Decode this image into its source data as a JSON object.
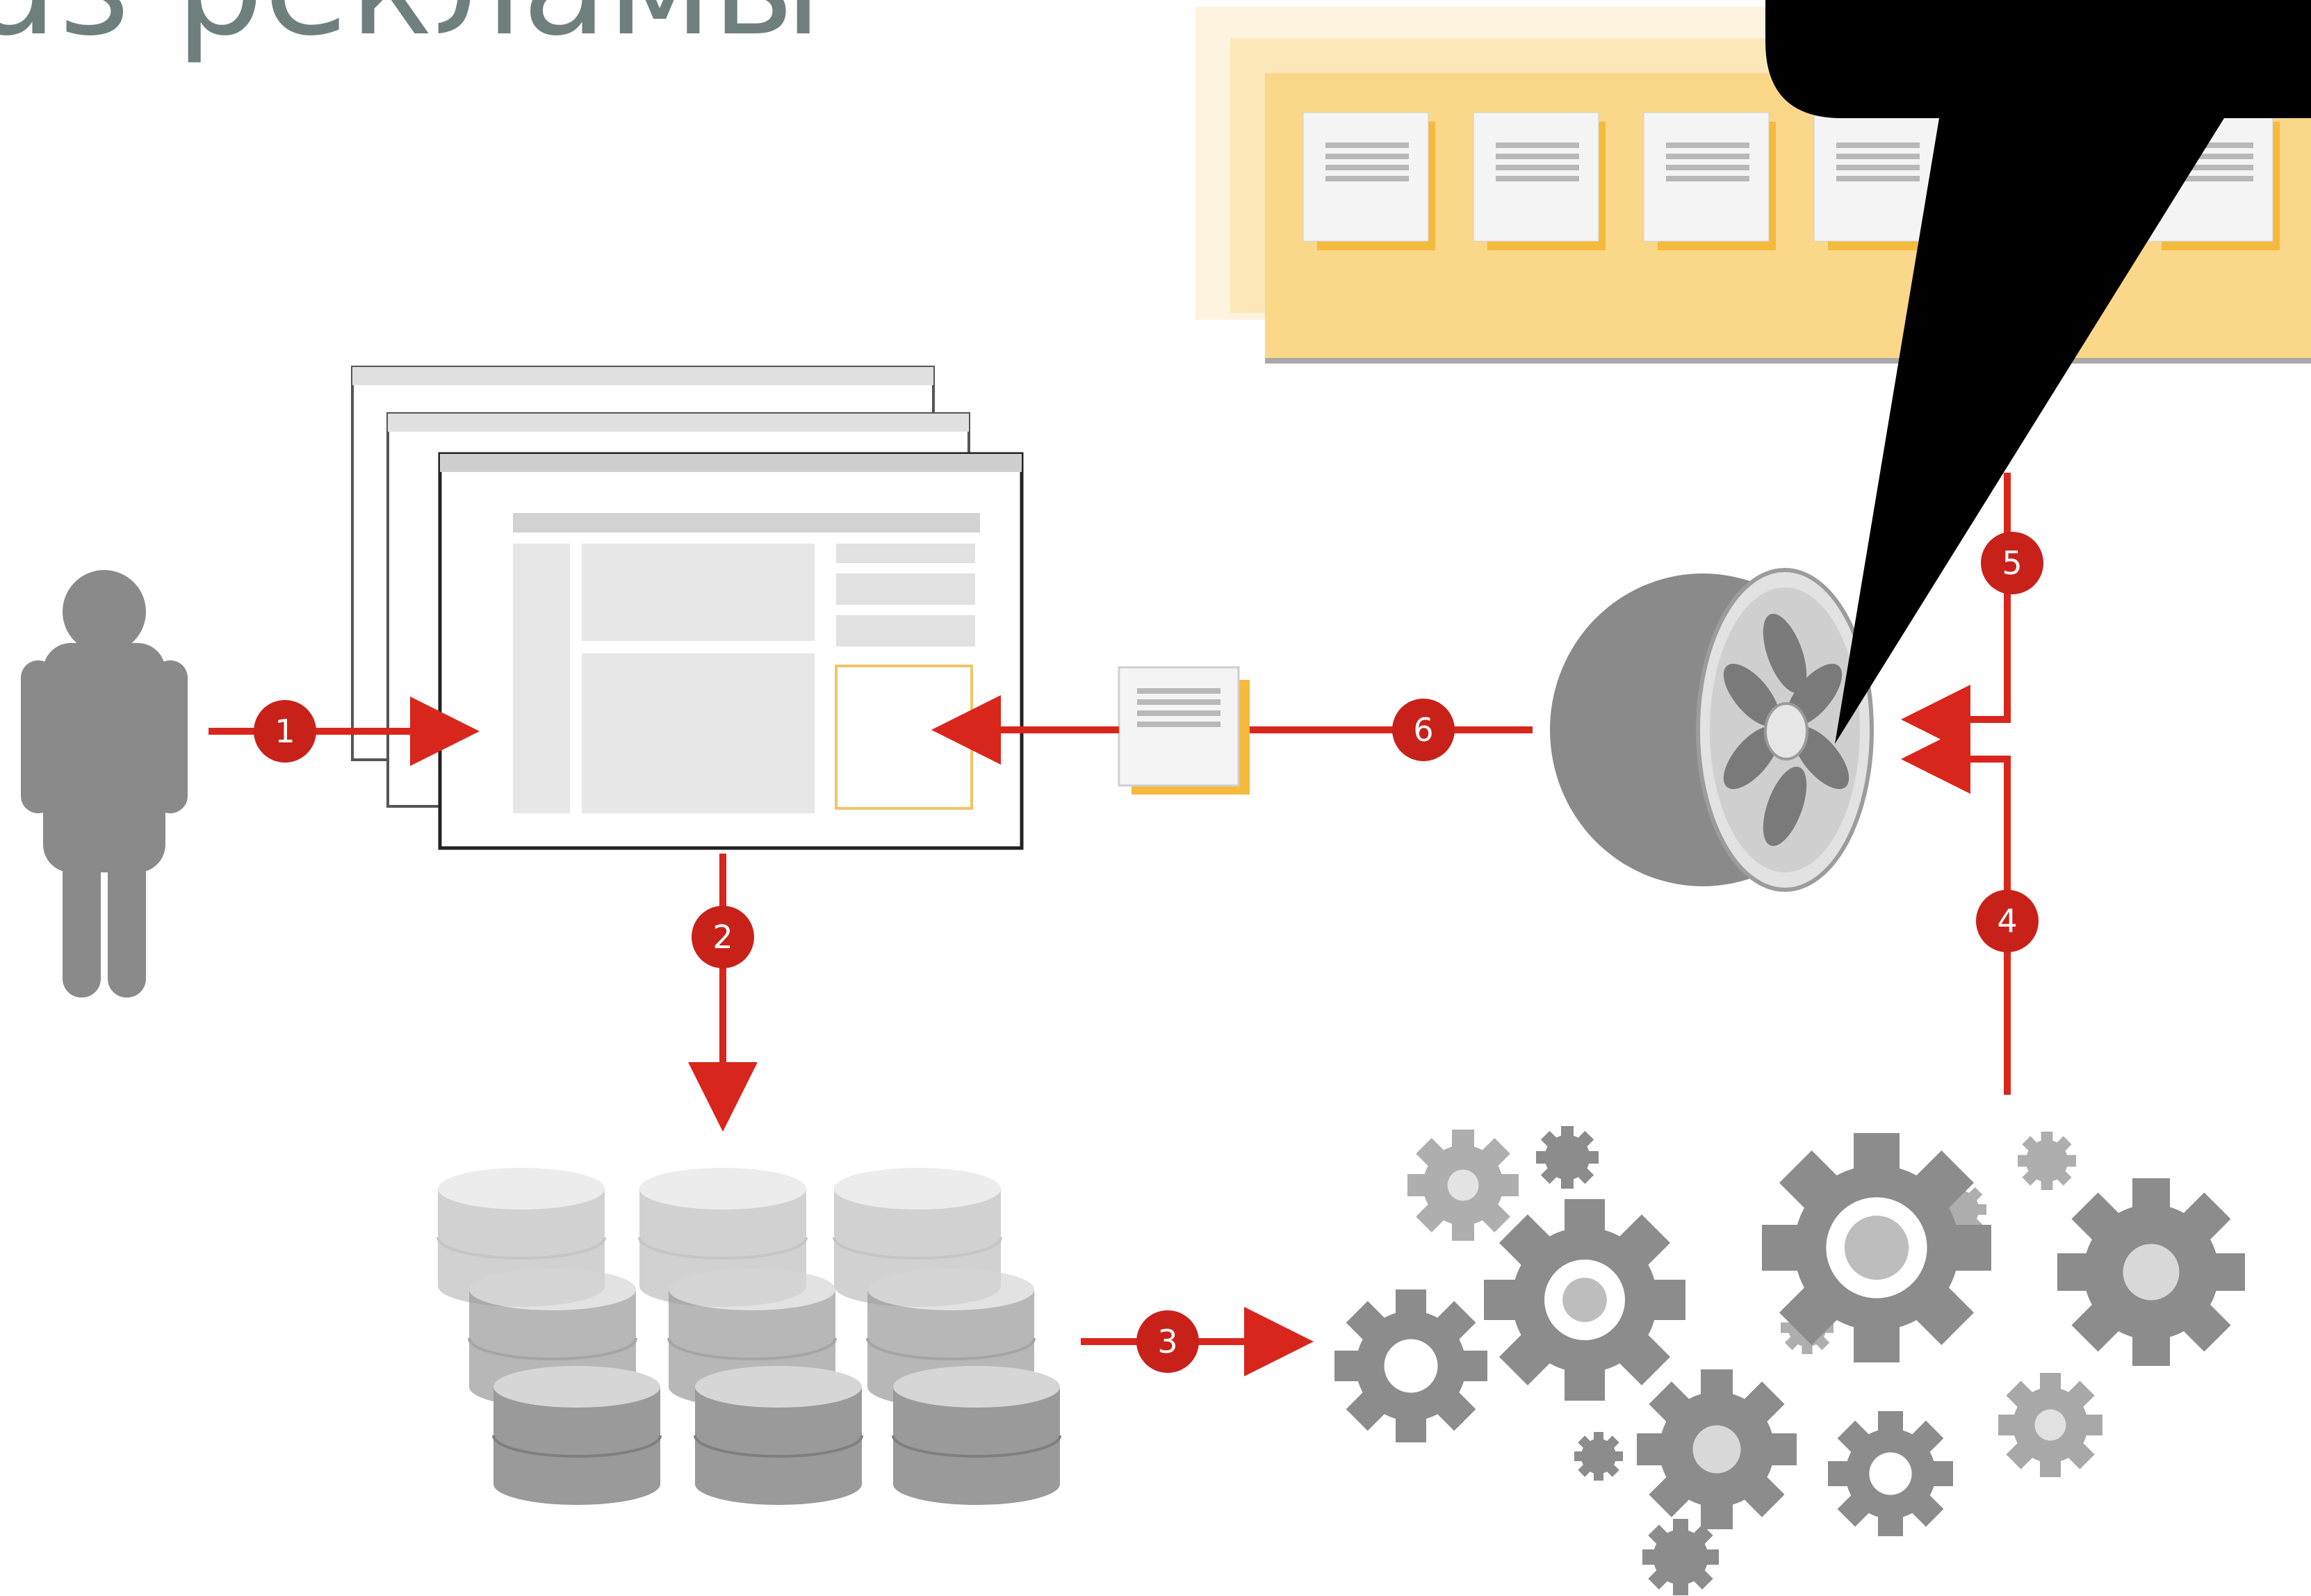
{
  "title": "аз рекламы",
  "colors": {
    "arrow_red": "#d8261c",
    "badge_red": "#c8211a",
    "person_gray": "#8a8a8a",
    "panel_yellow": "#fbd78a",
    "callout_black": "#000000",
    "title_gray": "#6f7f7e"
  },
  "steps": [
    {
      "label": "1"
    },
    {
      "label": "2"
    },
    {
      "label": "3"
    },
    {
      "label": "4"
    },
    {
      "label": "5"
    },
    {
      "label": "6"
    }
  ],
  "icons": [
    "person-icon",
    "browser-windows-icon",
    "ad-document-icon",
    "database-icon",
    "gears-icon",
    "wheel-icon",
    "ad-inventory-panel",
    "callout-pointer"
  ]
}
